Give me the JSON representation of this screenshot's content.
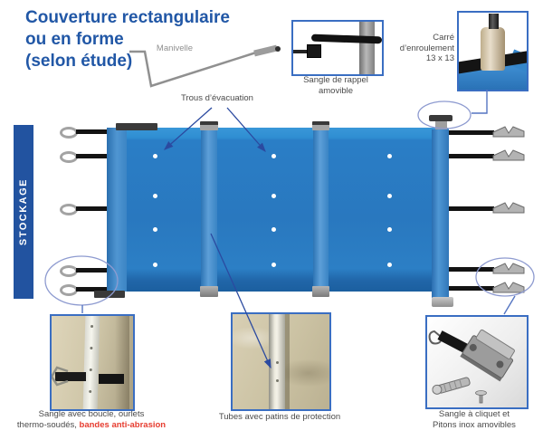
{
  "title": {
    "line1": "Couverture rectangulaire",
    "line2": "ou en forme",
    "line3": "(selon étude)"
  },
  "banner": {
    "label": "STOCKAGE"
  },
  "labels": {
    "manivelle": "Manivelle",
    "trous_evacuation": "Trous d’évacuation",
    "sangle_rappel_line1": "Sangle de rappel",
    "sangle_rappel_line2": "amovible",
    "carre_line1": "Carré",
    "carre_line2": "d’enroulement",
    "carre_line3": "13 x 13",
    "sangle_boucle_line1": "Sangle avec boucle, ourlets",
    "sangle_boucle_line2_prefix": "thermo-soudés, ",
    "sangle_boucle_line2_highlight": "bandes anti-abrasion",
    "tubes_patins": "Tubes avec patins de protection",
    "cliquet_line1": "Sangle à cliquet et",
    "cliquet_line2": "Pitons inox amovibles"
  },
  "colors": {
    "accent_blue": "#2157a6",
    "banner_blue": "#2253a0",
    "cover_blue": "#2b7ec6",
    "inset_border_blue": "#3a6ec2",
    "callout_ellipse_blue": "#8e9bd0",
    "arrow_blue": "#2b4aa0",
    "highlight_red": "#e63c2f"
  }
}
